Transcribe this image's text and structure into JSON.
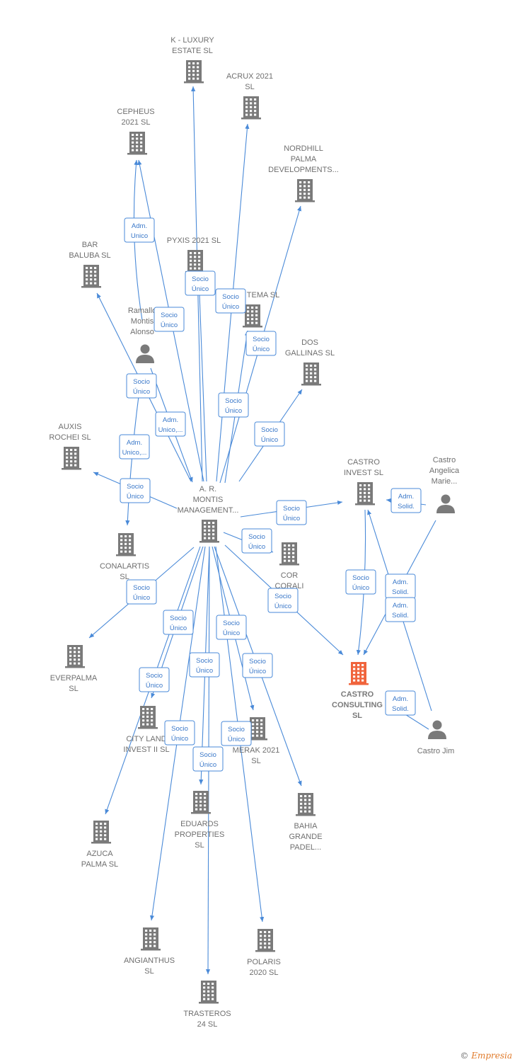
{
  "colors": {
    "edge": "#4a8ad8",
    "company": "#7a7a7a",
    "focus_company": "#f0643c",
    "person": "#7a7a7a"
  },
  "nodes": [
    {
      "id": "k_luxury",
      "type": "company",
      "lines": [
        "K -  LUXURY",
        "ESTATE  SL"
      ]
    },
    {
      "id": "acrux",
      "type": "company",
      "lines": [
        "ACRUX 2021",
        "SL"
      ]
    },
    {
      "id": "cepheus",
      "type": "company",
      "lines": [
        "CEPHEUS",
        "2021  SL"
      ]
    },
    {
      "id": "nordhill",
      "type": "company",
      "lines": [
        "NORDHILL",
        "PALMA",
        "DEVELOPMENTS..."
      ]
    },
    {
      "id": "pyxis",
      "type": "company",
      "lines": [
        "PYXIS 2021  SL"
      ]
    },
    {
      "id": "bar_baluba",
      "type": "company",
      "lines": [
        "BAR",
        "BALUBA  SL"
      ]
    },
    {
      "id": "ramallo",
      "type": "person",
      "lines": [
        "Ramallo",
        "Montis",
        "Alonso"
      ]
    },
    {
      "id": "tema",
      "type": "company",
      "lines": [
        "TEMA  SL"
      ]
    },
    {
      "id": "dos_gallinas",
      "type": "company",
      "lines": [
        "DOS",
        "GALLINAS  SL"
      ]
    },
    {
      "id": "auxis",
      "type": "company",
      "lines": [
        "AUXIS",
        "ROCHEI  SL"
      ]
    },
    {
      "id": "ar_montis",
      "type": "company",
      "lines": [
        "A. R.",
        "MONTIS",
        "MANAGEMENT..."
      ]
    },
    {
      "id": "castro_invest",
      "type": "company",
      "lines": [
        "CASTRO",
        "INVEST  SL"
      ]
    },
    {
      "id": "castro_angelica",
      "type": "person",
      "lines": [
        "Castro",
        "Angelica",
        "Marie..."
      ]
    },
    {
      "id": "conalartis",
      "type": "company",
      "lines": [
        "CONALARTIS",
        "SL"
      ]
    },
    {
      "id": "cor_corali",
      "type": "company",
      "lines": [
        "COR",
        "CORALI",
        "SL"
      ]
    },
    {
      "id": "everpalma",
      "type": "company",
      "lines": [
        "EVERPALMA",
        "SL"
      ]
    },
    {
      "id": "castro_consulting",
      "type": "focus",
      "lines": [
        "CASTRO",
        "CONSULTING",
        "SL"
      ]
    },
    {
      "id": "castro_jim",
      "type": "person",
      "lines": [
        "Castro Jim"
      ]
    },
    {
      "id": "city_land",
      "type": "company",
      "lines": [
        "CITY LAND",
        "INVEST II  SL"
      ]
    },
    {
      "id": "merak",
      "type": "company",
      "lines": [
        "MERAK 2021",
        "SL"
      ]
    },
    {
      "id": "eduards",
      "type": "company",
      "lines": [
        "EDUARDS",
        "PROPERTIES",
        "SL"
      ]
    },
    {
      "id": "bahia",
      "type": "company",
      "lines": [
        "BAHIA",
        "GRANDE",
        "PADEL..."
      ]
    },
    {
      "id": "azuca",
      "type": "company",
      "lines": [
        "AZUCA",
        "PALMA  SL"
      ]
    },
    {
      "id": "angianthus",
      "type": "company",
      "lines": [
        "ANGIANTHUS",
        "SL"
      ]
    },
    {
      "id": "polaris",
      "type": "company",
      "lines": [
        "POLARIS",
        "2020  SL"
      ]
    },
    {
      "id": "trasteros",
      "type": "company",
      "lines": [
        "TRASTEROS",
        "24  SL"
      ]
    }
  ],
  "edges": [
    {
      "from": "ar_montis",
      "to": "k_luxury",
      "label": []
    },
    {
      "from": "ar_montis",
      "to": "acrux",
      "label": [
        "Socio",
        "Único"
      ]
    },
    {
      "from": "ar_montis",
      "to": "cepheus",
      "label": [
        "Socio",
        "Único"
      ]
    },
    {
      "from": "ramallo",
      "to": "cepheus",
      "label": [
        "Adm.",
        "Unico"
      ]
    },
    {
      "from": "ar_montis",
      "to": "nordhill",
      "label": [
        "Socio",
        "Único"
      ]
    },
    {
      "from": "ar_montis",
      "to": "pyxis",
      "label": [
        "Socio",
        "Único"
      ]
    },
    {
      "from": "ar_montis",
      "to": "tema",
      "label": [
        "Socio",
        "Único"
      ]
    },
    {
      "from": "ar_montis",
      "to": "bar_baluba",
      "label": [
        "Socio",
        "Único"
      ]
    },
    {
      "from": "ramallo",
      "to": "ar_montis",
      "label": [
        "Adm.",
        "Unico,..."
      ]
    },
    {
      "from": "ar_montis",
      "to": "dos_gallinas",
      "label": [
        "Socio",
        "Único"
      ]
    },
    {
      "from": "ar_montis",
      "to": "auxis",
      "label": [
        "Socio",
        "Único"
      ]
    },
    {
      "from": "ramallo",
      "to": "conalartis",
      "label": [
        "Adm.",
        "Unico,..."
      ]
    },
    {
      "from": "ar_montis",
      "to": "castro_invest",
      "label": [
        "Socio",
        "Único"
      ]
    },
    {
      "from": "castro_angelica",
      "to": "castro_invest",
      "label": [
        "Adm.",
        "Solid."
      ]
    },
    {
      "from": "ar_montis",
      "to": "cor_corali",
      "label": [
        "Socio",
        "Único"
      ]
    },
    {
      "from": "ar_montis",
      "to": "everpalma",
      "label": [
        "Socio",
        "Único"
      ]
    },
    {
      "from": "ar_montis",
      "to": "castro_consulting",
      "label": [
        "Socio",
        "Único"
      ]
    },
    {
      "from": "castro_invest",
      "to": "castro_consulting",
      "label": [
        "Socio",
        "Único"
      ]
    },
    {
      "from": "castro_angelica",
      "to": "castro_consulting",
      "label": [
        "Adm.",
        "Solid."
      ]
    },
    {
      "from": "castro_jim",
      "to": "castro_invest",
      "label": [
        "Adm.",
        "Solid."
      ]
    },
    {
      "from": "castro_jim",
      "to": "castro_consulting",
      "label": [
        "Adm.",
        "Solid."
      ]
    },
    {
      "from": "ar_montis",
      "to": "city_land",
      "label": [
        "Socio",
        "Único"
      ]
    },
    {
      "from": "ar_montis",
      "to": "merak",
      "label": [
        "Socio",
        "Único"
      ]
    },
    {
      "from": "ar_montis",
      "to": "eduards",
      "label": [
        "Socio",
        "Único"
      ]
    },
    {
      "from": "ar_montis",
      "to": "bahia",
      "label": [
        "Socio",
        "Único"
      ]
    },
    {
      "from": "ar_montis",
      "to": "azuca",
      "label": [
        "Socio",
        "Único"
      ]
    },
    {
      "from": "ar_montis",
      "to": "angianthus",
      "label": [
        "Socio",
        "Único"
      ]
    },
    {
      "from": "ar_montis",
      "to": "polaris",
      "label": [
        "Socio",
        "Único"
      ]
    },
    {
      "from": "ar_montis",
      "to": "trasteros",
      "label": [
        "Socio",
        "Único"
      ]
    }
  ],
  "footer": {
    "copyright_symbol": "©",
    "brand": "Empresia"
  }
}
